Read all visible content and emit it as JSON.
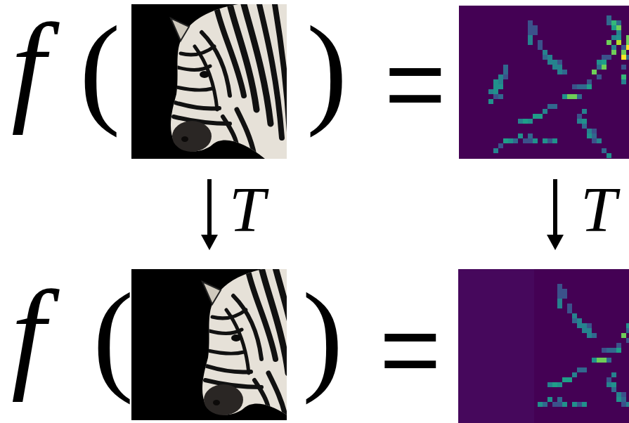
{
  "diagram": {
    "labels": [
      "f",
      "(",
      ")",
      "=",
      "T",
      "T",
      "f",
      "(",
      ")",
      "="
    ]
  }
}
